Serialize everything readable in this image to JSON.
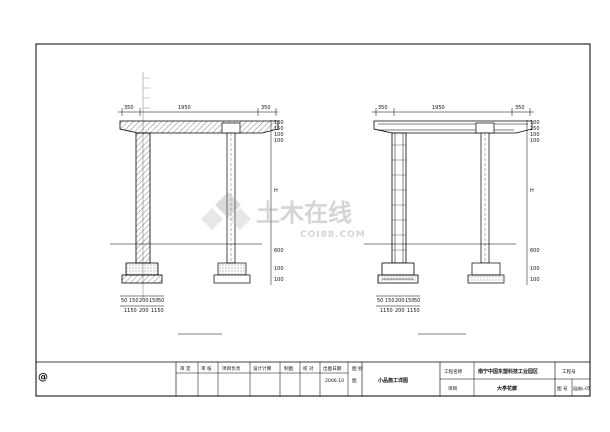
{
  "left_elevation": {
    "dims_top": [
      "350",
      "1950",
      "350"
    ],
    "dims_right": [
      "100",
      "150",
      "100",
      "100",
      "H",
      "600",
      "100",
      "100"
    ],
    "dims_bottom_row1": [
      "50",
      "150",
      "200",
      "150",
      "50"
    ],
    "dims_bottom_row2": [
      "1150",
      "200",
      "1150"
    ]
  },
  "right_elevation": {
    "dims_top": [
      "350",
      "1950",
      "350"
    ],
    "dims_right": [
      "100",
      "150",
      "100",
      "100",
      "H",
      "600",
      "100",
      "100"
    ],
    "dims_bottom_row1": [
      "50",
      "150",
      "200",
      "150",
      "50"
    ],
    "dims_bottom_row2": [
      "1150",
      "200",
      "1150"
    ]
  },
  "watermark": {
    "cn": "土木在线",
    "en": "COI88.COM"
  },
  "title_block": {
    "logo_mark": "@",
    "labels": [
      "审 定",
      "审 核",
      "项目负责",
      "设计计算",
      "制图",
      "校 对",
      "出图日期",
      "图 别",
      "小品施工详图",
      "工程名称",
      "项目",
      "工程号"
    ],
    "date_value": "2006.10",
    "category_value": "图",
    "project_name": "南宁中国东盟科技工业园区",
    "item_name": "大亭花廊",
    "drawing_no_label": "图 号",
    "drawing_no_value": "园施L-05"
  }
}
